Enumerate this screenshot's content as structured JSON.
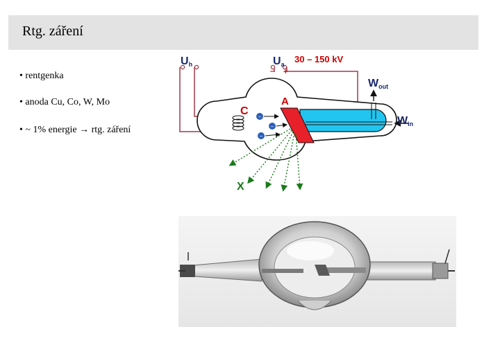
{
  "slide": {
    "title": "Rtg. záření",
    "bullets": [
      "• rentgenka",
      "• anoda Cu, Co, W, Mo",
      "• ~ 1% energie → rtg. záření"
    ]
  },
  "diagram": {
    "uh_label_main": "U",
    "uh_label_sub": "h",
    "ua_label_main": "U",
    "ua_label_sub": "a",
    "voltage": "30 – 150 kV",
    "minus_sign": "–",
    "plus_sign": "+",
    "wout_main": "W",
    "wout_sub": "out",
    "win_main": "W",
    "win_sub": "in",
    "cathode": "C",
    "anode": "A",
    "electron_sign": "–",
    "xray": "X"
  },
  "colors": {
    "title_bar": "#e3e3e3",
    "wire": "#a13a4a",
    "label_dark": "#1a2a6c",
    "label_red": "#cc0000",
    "anode_red": "#e8202a",
    "cooling_blue": "#22c5f0",
    "electron_blue": "#2b5fb8",
    "xray_green": "#1a7a1a"
  }
}
